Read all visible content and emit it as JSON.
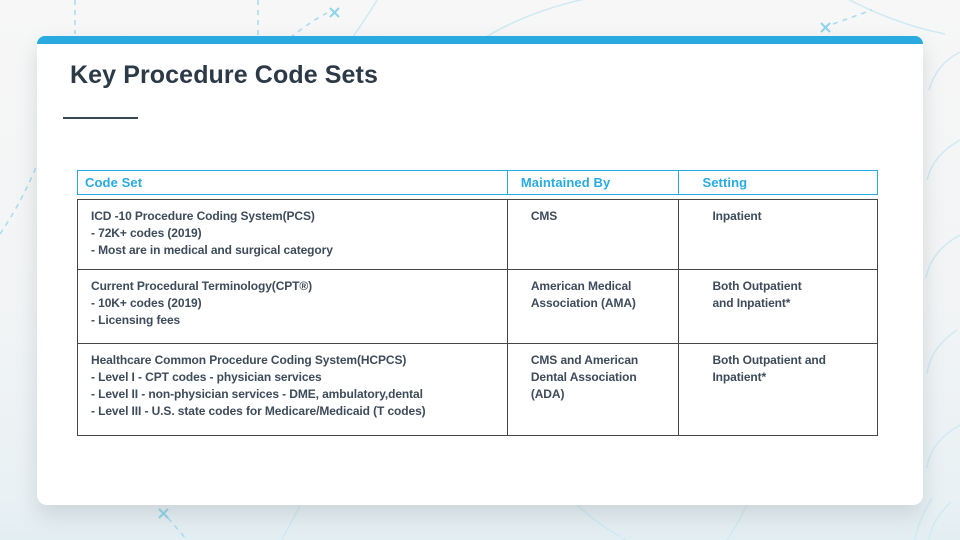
{
  "theme": {
    "accent": "#29abe2",
    "title_color": "#2c3a47",
    "table_border": "#464646",
    "body_text": "#3d4b5a"
  },
  "slide": {
    "title": "Key Procedure Code Sets"
  },
  "table": {
    "headers": [
      "Code Set",
      "Maintained By",
      "Setting"
    ],
    "rows": [
      {
        "code_set": [
          "ICD -10 Procedure Coding System(PCS)",
          "- 72K+ codes (2019)",
          "- Most are in medical and surgical category"
        ],
        "maintained_by": [
          "CMS"
        ],
        "setting": [
          "Inpatient"
        ]
      },
      {
        "code_set": [
          "Current Procedural Terminology(CPT®)",
          "- 10K+ codes (2019)",
          "- Licensing fees"
        ],
        "maintained_by": [
          "American Medical",
          "Association (AMA)"
        ],
        "setting": [
          "Both Outpatient",
          "and Inpatient*"
        ]
      },
      {
        "code_set": [
          "Healthcare Common Procedure Coding System(HCPCS)",
          "- Level I - CPT codes - physician services",
          "- Level II -  non-physician services - DME, ambulatory,dental",
          "- Level III - U.S. state codes for Medicare/Medicaid (T codes)"
        ],
        "maintained_by": [
          "CMS and American",
          "Dental Association",
          "(ADA)"
        ],
        "setting": [
          "Both Outpatient and",
          "Inpatient*"
        ]
      }
    ]
  }
}
